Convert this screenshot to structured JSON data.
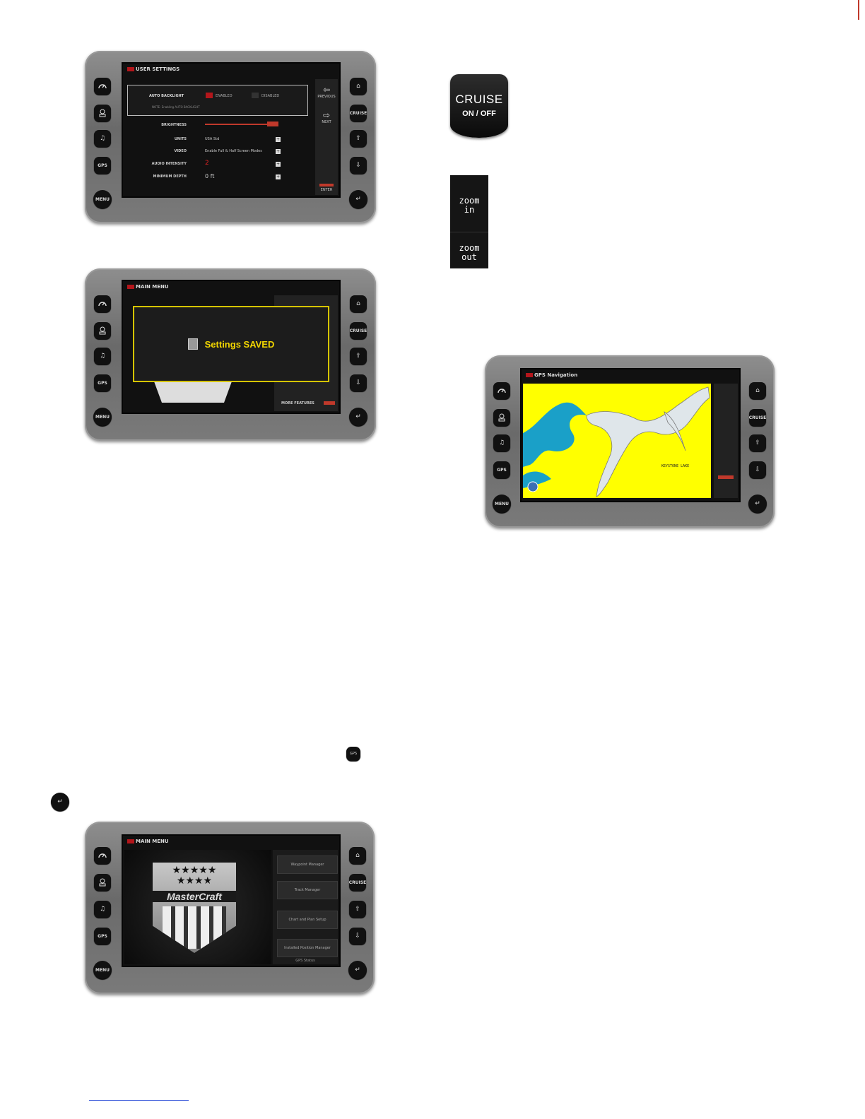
{
  "settings_screen": {
    "title": "USER SETTINGS",
    "rows": [
      {
        "label": "AUTO BACKLIGHT",
        "value": ""
      },
      {
        "label": "BRIGHTNESS",
        "value": ""
      },
      {
        "label": "UNITS",
        "value": "USA Std"
      },
      {
        "label": "VIDEO",
        "value": "Enable Full & Half Screen Modes"
      },
      {
        "label": "AUDIO INTENSITY",
        "value": "2"
      },
      {
        "label": "MINIMUM DEPTH",
        "value": "0 ft"
      }
    ],
    "backlight_options": [
      "ENABLED",
      "DISABLED"
    ],
    "note": "NOTE: Enabling AUTO BACKLIGHT",
    "side_buttons": [
      "PREVIOUS",
      "NEXT",
      "ENTER"
    ]
  },
  "saved_screen": {
    "title": "MAIN MENU",
    "message": "Settings SAVED",
    "bottom_label": "MORE FEATURES"
  },
  "menu_screen": {
    "title": "MAIN MENU",
    "brand": "MasterCraft",
    "items": [
      "Waypoint Manager",
      "Track Manager",
      "Chart and Plan Setup",
      "Installed Position Manager",
      "GPS Status"
    ]
  },
  "nav_screen": {
    "title": "GPS Navigation",
    "map_label": "KEYSTONE LAKE"
  },
  "keys_left": [
    "CRUISE",
    "DRIVER",
    "AUDIO",
    "GPS",
    "MENU"
  ],
  "keys_right": [
    "HOME",
    "CRUISE ON/OFF",
    "UP",
    "DOWN",
    "SELECT"
  ],
  "cruise_button": {
    "line1": "CRUISE",
    "line2": "ON / OFF"
  },
  "zoom_in": {
    "line1": "zoom",
    "line2": "in"
  },
  "zoom_out": {
    "line1": "zoom",
    "line2": "out"
  },
  "inline_gps_icon": "GPS",
  "colors": {
    "accent_red": "#b3161b",
    "saved_yellow": "#f2d600",
    "map_yellow": "#ffff00",
    "water_blue": "#1aa0c8"
  }
}
